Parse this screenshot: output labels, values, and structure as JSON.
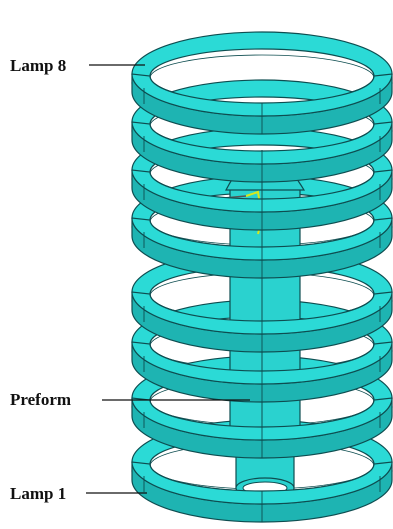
{
  "figure": {
    "colors": {
      "coil_fill": "#2bdad6",
      "coil_shade": "#1eb4b2",
      "edge": "#0e4d50",
      "interior": "#ffffff",
      "preform_fill": "#2ad2cf",
      "wire_accent": "#d8e81a"
    },
    "labels": {
      "lamp_top": "Lamp 8",
      "preform": "Preform",
      "lamp_bottom": "Lamp 1"
    }
  }
}
